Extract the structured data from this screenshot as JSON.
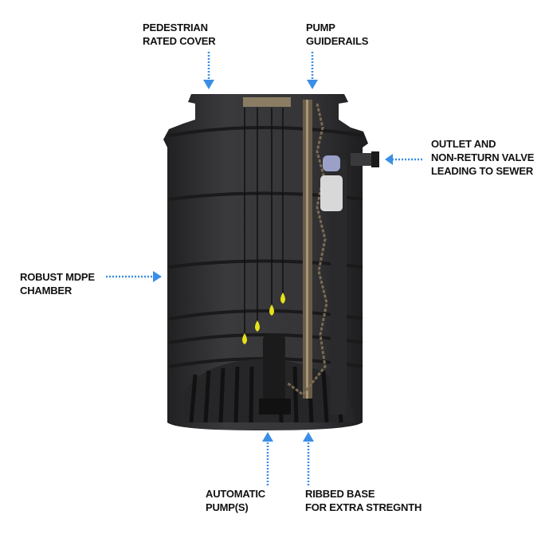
{
  "labels": {
    "cover": [
      "PEDESTRIAN",
      "RATED COVER"
    ],
    "guiderails": [
      "PUMP",
      "GUIDERAILS"
    ],
    "outlet": [
      "OUTLET AND",
      "NON-RETURN VALVE",
      "LEADING TO SEWER"
    ],
    "chamber": [
      "ROBUST MDPE",
      "CHAMBER"
    ],
    "pumps": [
      "AUTOMATIC",
      "PUMP(S)"
    ],
    "base": [
      "RIBBED BASE",
      "FOR EXTRA STREGNTH"
    ]
  },
  "colors": {
    "arrow": "#3a8ee6",
    "tank": "#2e2e30",
    "float": "#e6e21a"
  }
}
